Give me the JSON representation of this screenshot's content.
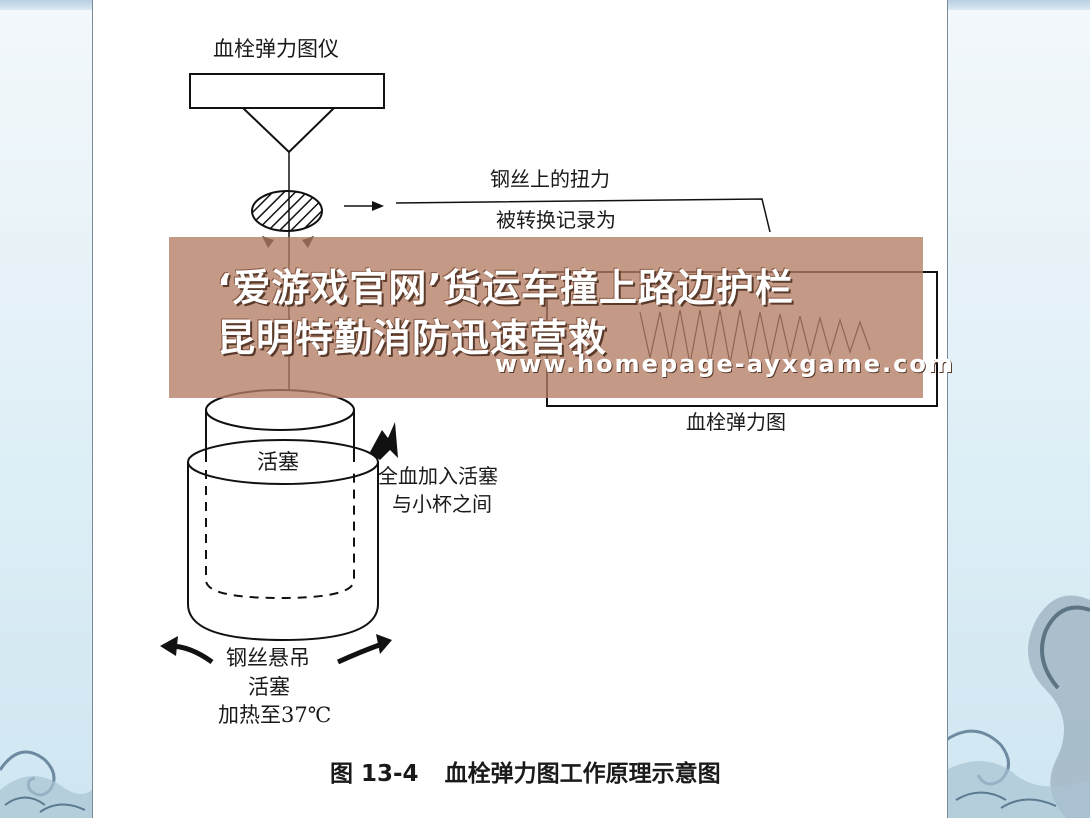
{
  "diagram": {
    "instrument_label": "血栓弹力图仪",
    "torque_label_1": "钢丝上的扭力",
    "torque_label_2": "被转换记录为",
    "tracing_label": "血栓弹力图",
    "piston_label": "活塞",
    "blood_label_1": "全血加入活塞",
    "blood_label_2": "与小杯之间",
    "suspend_label_1": "钢丝悬吊",
    "suspend_label_2": "活塞",
    "suspend_label_3": "加热至37℃",
    "caption_number": "图 13-4",
    "caption_text": "血栓弹力图工作原理示意图"
  },
  "watermark": {
    "line1": "‘爱游戏官网’货运车撞上路边护栏",
    "line2": "昆明特勤消防迅速营救",
    "url": "www.homepage-ayxgame.com"
  },
  "colors": {
    "overlay": "#b47d64",
    "ink": "#1a1a1a"
  }
}
